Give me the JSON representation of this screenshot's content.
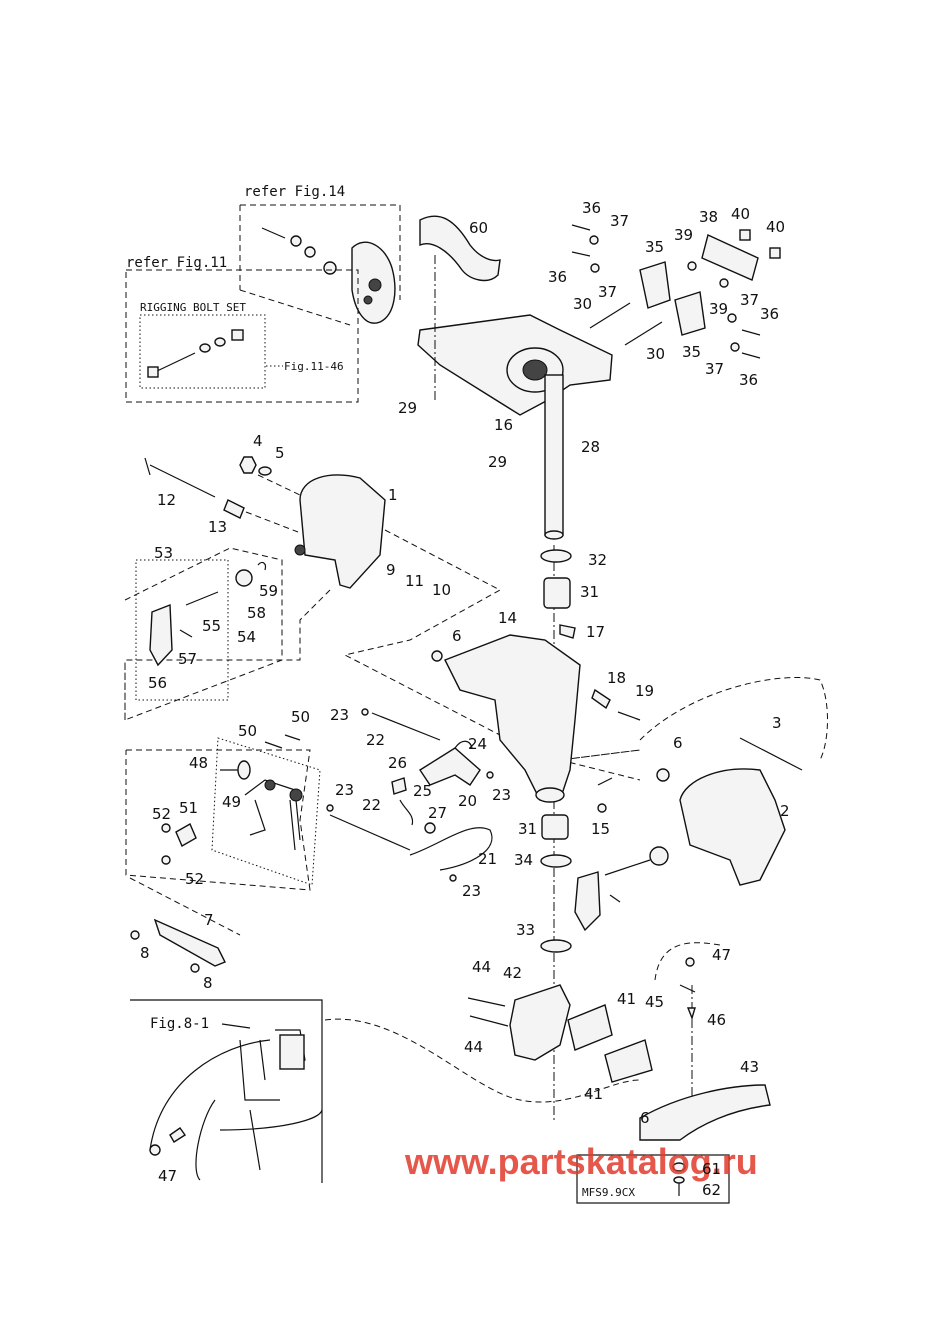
{
  "references": {
    "refer_fig_14": "refer Fig.14",
    "refer_fig_11": "refer Fig.11",
    "rigging_bolt_set": "RIGGING BOLT SET",
    "fig_11_46": "Fig.11-46",
    "fig_8_1": "Fig.8-1",
    "model_note": "MFS9.9CX"
  },
  "watermark": "www.partskatalog.ru",
  "callouts": [
    {
      "id": "c1",
      "text": "1"
    },
    {
      "id": "c2",
      "text": "2"
    },
    {
      "id": "c3",
      "text": "3"
    },
    {
      "id": "c4",
      "text": "4"
    },
    {
      "id": "c5",
      "text": "5"
    },
    {
      "id": "c6a",
      "text": "6"
    },
    {
      "id": "c6b",
      "text": "6"
    },
    {
      "id": "c6c",
      "text": "6"
    },
    {
      "id": "c7",
      "text": "7"
    },
    {
      "id": "c8a",
      "text": "8"
    },
    {
      "id": "c8b",
      "text": "8"
    },
    {
      "id": "c9",
      "text": "9"
    },
    {
      "id": "c10",
      "text": "10"
    },
    {
      "id": "c11",
      "text": "11"
    },
    {
      "id": "c12",
      "text": "12"
    },
    {
      "id": "c13",
      "text": "13"
    },
    {
      "id": "c14",
      "text": "14"
    },
    {
      "id": "c15",
      "text": "15"
    },
    {
      "id": "c16",
      "text": "16"
    },
    {
      "id": "c17",
      "text": "17"
    },
    {
      "id": "c18",
      "text": "18"
    },
    {
      "id": "c19",
      "text": "19"
    },
    {
      "id": "c20",
      "text": "20"
    },
    {
      "id": "c21",
      "text": "21"
    },
    {
      "id": "c22a",
      "text": "22"
    },
    {
      "id": "c22b",
      "text": "22"
    },
    {
      "id": "c23a",
      "text": "23"
    },
    {
      "id": "c23b",
      "text": "23"
    },
    {
      "id": "c23c",
      "text": "23"
    },
    {
      "id": "c23d",
      "text": "23"
    },
    {
      "id": "c24",
      "text": "24"
    },
    {
      "id": "c25",
      "text": "25"
    },
    {
      "id": "c26",
      "text": "26"
    },
    {
      "id": "c27",
      "text": "27"
    },
    {
      "id": "c28",
      "text": "28"
    },
    {
      "id": "c29a",
      "text": "29"
    },
    {
      "id": "c29b",
      "text": "29"
    },
    {
      "id": "c30a",
      "text": "30"
    },
    {
      "id": "c30b",
      "text": "30"
    },
    {
      "id": "c31a",
      "text": "31"
    },
    {
      "id": "c31b",
      "text": "31"
    },
    {
      "id": "c32",
      "text": "32"
    },
    {
      "id": "c33",
      "text": "33"
    },
    {
      "id": "c34",
      "text": "34"
    },
    {
      "id": "c35a",
      "text": "35"
    },
    {
      "id": "c35b",
      "text": "35"
    },
    {
      "id": "c36a",
      "text": "36"
    },
    {
      "id": "c36b",
      "text": "36"
    },
    {
      "id": "c36c",
      "text": "36"
    },
    {
      "id": "c36d",
      "text": "36"
    },
    {
      "id": "c37a",
      "text": "37"
    },
    {
      "id": "c37b",
      "text": "37"
    },
    {
      "id": "c37c",
      "text": "37"
    },
    {
      "id": "c37d",
      "text": "37"
    },
    {
      "id": "c38",
      "text": "38"
    },
    {
      "id": "c39a",
      "text": "39"
    },
    {
      "id": "c39b",
      "text": "39"
    },
    {
      "id": "c40a",
      "text": "40"
    },
    {
      "id": "c40b",
      "text": "40"
    },
    {
      "id": "c41a",
      "text": "41"
    },
    {
      "id": "c41b",
      "text": "41"
    },
    {
      "id": "c42",
      "text": "42"
    },
    {
      "id": "c43",
      "text": "43"
    },
    {
      "id": "c44a",
      "text": "44"
    },
    {
      "id": "c44b",
      "text": "44"
    },
    {
      "id": "c45",
      "text": "45"
    },
    {
      "id": "c46",
      "text": "46"
    },
    {
      "id": "c47a",
      "text": "47"
    },
    {
      "id": "c47b",
      "text": "47"
    },
    {
      "id": "c48",
      "text": "48"
    },
    {
      "id": "c49",
      "text": "49"
    },
    {
      "id": "c50a",
      "text": "50"
    },
    {
      "id": "c50b",
      "text": "50"
    },
    {
      "id": "c51",
      "text": "51"
    },
    {
      "id": "c52a",
      "text": "52"
    },
    {
      "id": "c52b",
      "text": "52"
    },
    {
      "id": "c53",
      "text": "53"
    },
    {
      "id": "c54",
      "text": "54"
    },
    {
      "id": "c55",
      "text": "55"
    },
    {
      "id": "c56",
      "text": "56"
    },
    {
      "id": "c57",
      "text": "57"
    },
    {
      "id": "c58",
      "text": "58"
    },
    {
      "id": "c59",
      "text": "59"
    },
    {
      "id": "c60",
      "text": "60"
    },
    {
      "id": "c61",
      "text": "61"
    },
    {
      "id": "c62",
      "text": "62"
    }
  ]
}
